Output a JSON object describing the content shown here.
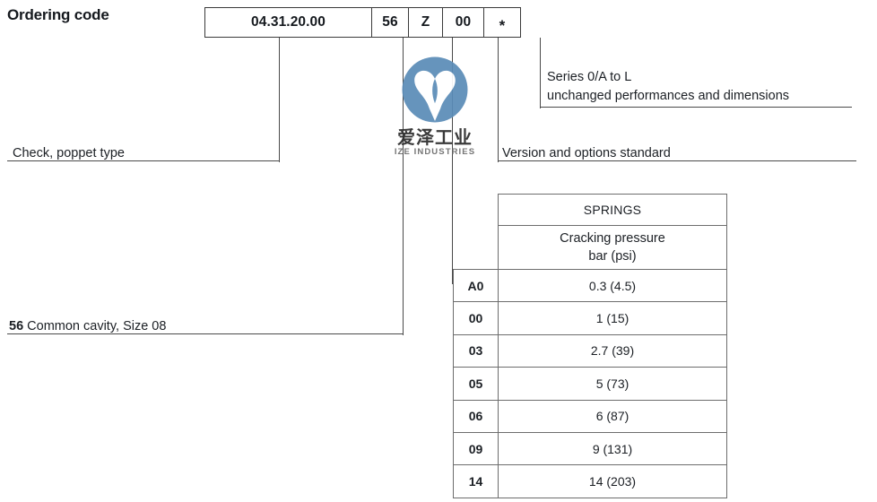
{
  "page": {
    "title": "Ordering code"
  },
  "ordering_code": {
    "cells": [
      {
        "value": "04.31.20.00",
        "name": "code-segment-model"
      },
      {
        "value": "56",
        "name": "code-segment-cavity"
      },
      {
        "value": "Z",
        "name": "code-segment-version"
      },
      {
        "value": "00",
        "name": "code-segment-spring"
      },
      {
        "value": "*",
        "name": "code-segment-series"
      }
    ]
  },
  "callouts": {
    "check_poppet": "Check, poppet type",
    "common_cavity_code": "56",
    "common_cavity_text": " Common cavity, Size 08",
    "version_options": "Version and options standard",
    "series_line1": "Series 0/A to L",
    "series_line2": "unchanged performances and dimensions"
  },
  "springs_table": {
    "header_title": "SPRINGS",
    "header_sub_line1": "Cracking pressure",
    "header_sub_line2": "bar (psi)",
    "rows": [
      {
        "code": "A0",
        "pressure": "0.3 (4.5)"
      },
      {
        "code": "00",
        "pressure": "1 (15)"
      },
      {
        "code": "03",
        "pressure": "2.7 (39)"
      },
      {
        "code": "05",
        "pressure": "5 (73)"
      },
      {
        "code": "06",
        "pressure": "6 (87)"
      },
      {
        "code": "09",
        "pressure": "9 (131)"
      },
      {
        "code": "14",
        "pressure": "14 (203)"
      }
    ]
  },
  "watermark": {
    "cn_text": "爱泽工业",
    "en_text": "IZE INDUSTRIES",
    "color": "#5b8cb8"
  },
  "colors": {
    "line": "#4a4a4a",
    "box_border": "#3a3a3a",
    "table_border": "#6d6d6d",
    "text": "#1b1f24"
  }
}
